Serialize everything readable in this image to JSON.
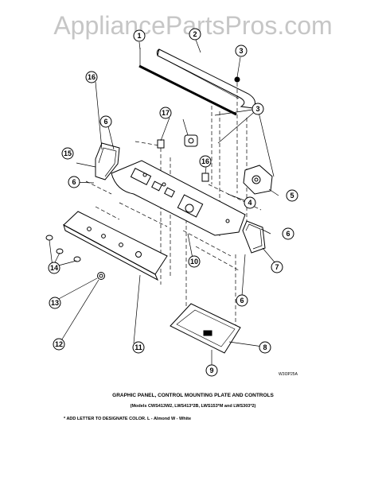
{
  "watermark": "AppliancePartsPros.com",
  "diagram_code": "W3I3P25A",
  "title": "GRAPHIC PANEL, CONTROL MOUNTING PLATE AND CONTROLS",
  "models": "(Models CWS413W2, LWS413*2B, LWS153*M and LWS303*2)",
  "note": "* ADD LETTER TO DESIGNATE COLOR.  L - Almond  W - White",
  "callouts": [
    {
      "id": "c1",
      "label": "1"
    },
    {
      "id": "c2",
      "label": "2"
    },
    {
      "id": "c3",
      "label": "3"
    },
    {
      "id": "c3b",
      "label": "3"
    },
    {
      "id": "c4",
      "label": "4"
    },
    {
      "id": "c5",
      "label": "5"
    },
    {
      "id": "c6a",
      "label": "6"
    },
    {
      "id": "c6b",
      "label": "6"
    },
    {
      "id": "c6c",
      "label": "6"
    },
    {
      "id": "c6d",
      "label": "6"
    },
    {
      "id": "c7",
      "label": "7"
    },
    {
      "id": "c8",
      "label": "8"
    },
    {
      "id": "c9",
      "label": "9"
    },
    {
      "id": "c10",
      "label": "10"
    },
    {
      "id": "c11",
      "label": "11"
    },
    {
      "id": "c12",
      "label": "12"
    },
    {
      "id": "c13",
      "label": "13"
    },
    {
      "id": "c14",
      "label": "14"
    },
    {
      "id": "c15",
      "label": "15"
    },
    {
      "id": "c16a",
      "label": "16"
    },
    {
      "id": "c16b",
      "label": "16"
    },
    {
      "id": "c17",
      "label": "17"
    }
  ]
}
